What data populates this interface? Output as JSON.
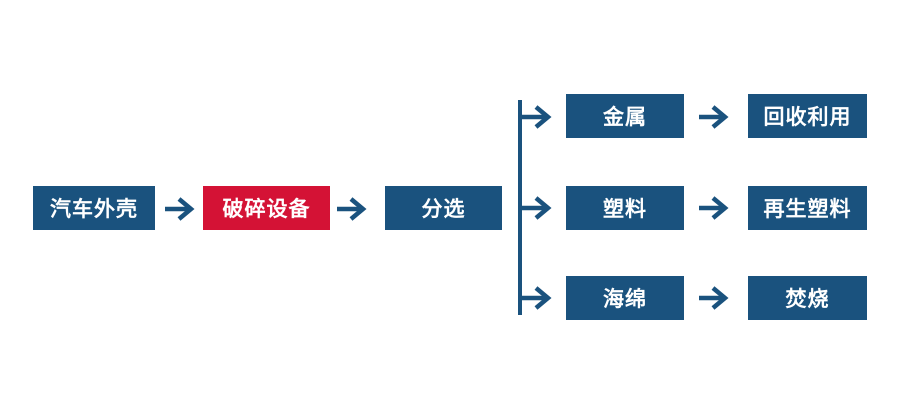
{
  "colors": {
    "primary_blue": "#1a527e",
    "accent_red": "#d41235",
    "text_white": "#ffffff",
    "background": "#ffffff"
  },
  "flowchart": {
    "main_flow": {
      "source": {
        "label": "汽车外壳"
      },
      "process": {
        "label": "破碎设备"
      },
      "sorting": {
        "label": "分选"
      }
    },
    "branches": [
      {
        "material": "金属",
        "outcome": "回收利用"
      },
      {
        "material": "塑料",
        "outcome": "再生塑料"
      },
      {
        "material": "海绵",
        "outcome": "焚烧"
      }
    ]
  }
}
